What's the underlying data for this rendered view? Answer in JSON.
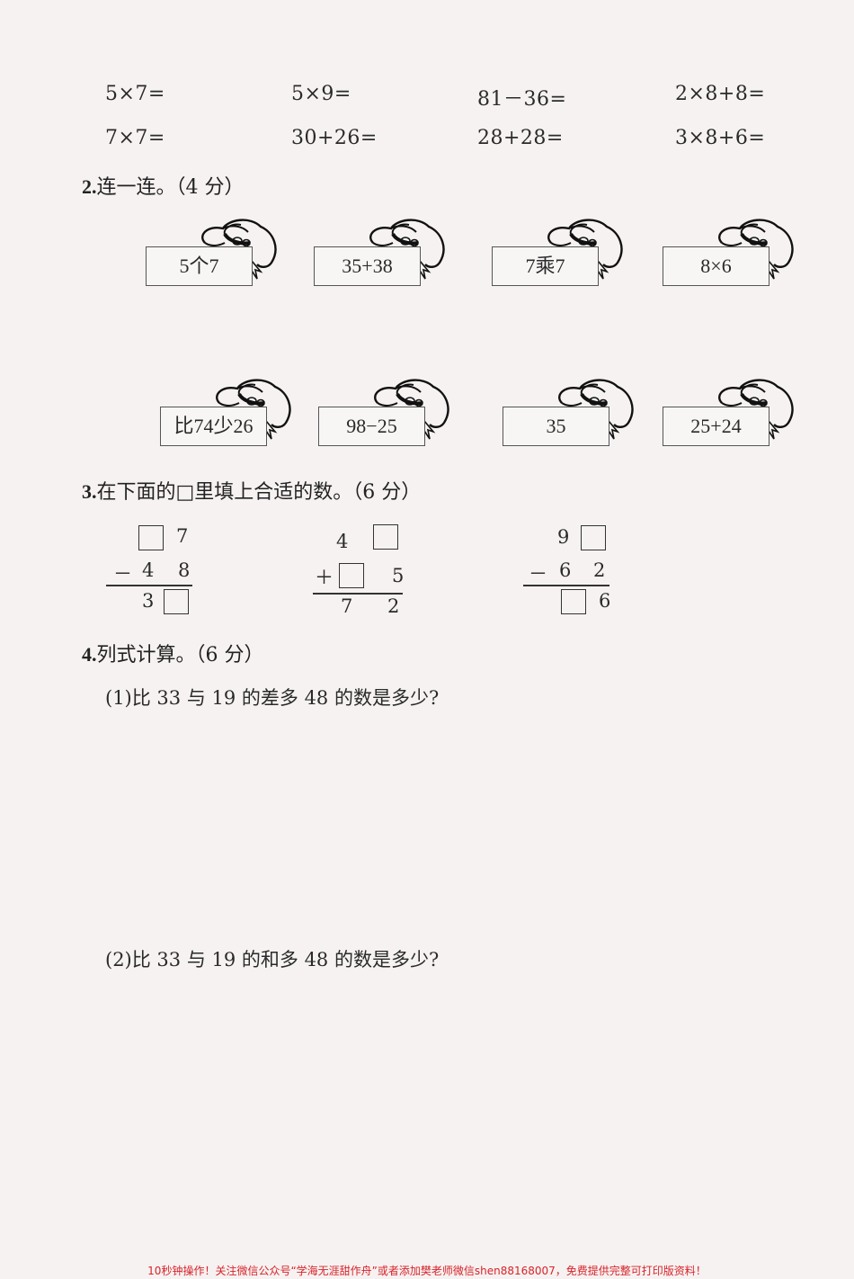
{
  "section1": {
    "row1": [
      "5×7=",
      "5×9=",
      "81－36=",
      "2×8+8="
    ],
    "row2": [
      "7×7=",
      "30+26=",
      "28+28=",
      "3×8+6="
    ]
  },
  "section2": {
    "number": "2.",
    "title": "连一连。（4 分）",
    "top_cards": [
      "5个7",
      "35+38",
      "7乘7",
      "8×6"
    ],
    "bottom_cards": [
      "比74少26",
      "98−25",
      "35",
      "25+24"
    ],
    "card_icon": "sun-hat-icon"
  },
  "section3": {
    "number": "3.",
    "title": "在下面的□里填上合适的数。（6 分）",
    "problems": [
      {
        "op": "－",
        "top": [
          "□",
          "7"
        ],
        "second": [
          "4",
          "8"
        ],
        "result": [
          "3",
          "□"
        ]
      },
      {
        "op": "＋",
        "top": [
          "4",
          "□"
        ],
        "second": [
          "□",
          "5"
        ],
        "result": [
          "7",
          "2"
        ]
      },
      {
        "op": "－",
        "top": [
          "9",
          "□"
        ],
        "second": [
          "6",
          "2"
        ],
        "result": [
          "□",
          "6"
        ]
      }
    ]
  },
  "section4": {
    "number": "4.",
    "title": "列式计算。（6 分）",
    "q1": "(1)比 33 与 19 的差多 48 的数是多少?",
    "q2": "(2)比 33 与 19 的和多 48 的数是多少?"
  },
  "footer": {
    "text": "10秒钟操作！关注微信公众号“学海无涯甜作舟”或者添加樊老师微信shen88168007，免费提供完整可打印版资料！",
    "color": "#d8232a"
  }
}
